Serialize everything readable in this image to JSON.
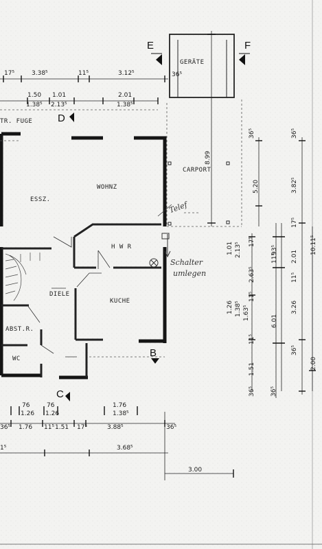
{
  "section_marks": {
    "e": "E",
    "f": "F",
    "d": "D",
    "c": "C",
    "b": "B"
  },
  "rooms": {
    "geraete": "GERÄTE",
    "carport": "CARPORT",
    "wohnz": "WOHNZ",
    "essz": "ESSZ.",
    "hwr": "H W R",
    "kueche": "KUCHE",
    "diele": "DIELE",
    "abstr": "ABST.R.",
    "wc": "WC",
    "fuge": "TR. FUGE"
  },
  "annotations": {
    "telef": "Telef",
    "schalter": "Schalter",
    "umlegen": "umlegen"
  },
  "dims_top": {
    "d1": "17⁵",
    "d2": "3.38⁵",
    "d3": "11⁵",
    "d4": "3.12⁵",
    "d5": "36⁵",
    "d6": "1.50",
    "d7": "1.38⁵",
    "d8": "1.01",
    "d9": "2.13⁵",
    "d10": "2.01",
    "d11": "1.38⁵"
  },
  "dims_bottom": {
    "b1": "76",
    "b2": "1.26",
    "b3": "76",
    "b4": "1.26",
    "b5": "1.76",
    "b6": "1.38⁵",
    "b7": "36⁵",
    "b8": "1.76",
    "b9": "11⁵",
    "b10": "1.51",
    "b11": "17⁵",
    "b12": "3.88⁵",
    "b13": "36⁵",
    "b14": "1⁵",
    "b15": "3.68⁵",
    "b16": "3.00"
  },
  "dims_right": {
    "r1": "8.99",
    "r2": "36⁵",
    "r3": "5.20",
    "r4": "36⁵",
    "r5": "3.82⁵",
    "r6": "17⁵",
    "r7": "10.11⁵",
    "r8": "1.01",
    "r9": "2.13⁵",
    "r10": "17⁵",
    "r11": "93⁵",
    "r12": "11⁵",
    "r13": "2.01",
    "r14": "2.63⁵",
    "r15": "11⁵",
    "r16": "1.26",
    "r17": "1.38⁵",
    "r18": "1.63⁵",
    "r19": "11⁵",
    "r20": "3.26",
    "r21": "6.01",
    "r22": "11⁵",
    "r23": "36⁵",
    "r24": "1.51",
    "r25": "36⁵",
    "r26": "36⁵",
    "r27": "2.00"
  }
}
